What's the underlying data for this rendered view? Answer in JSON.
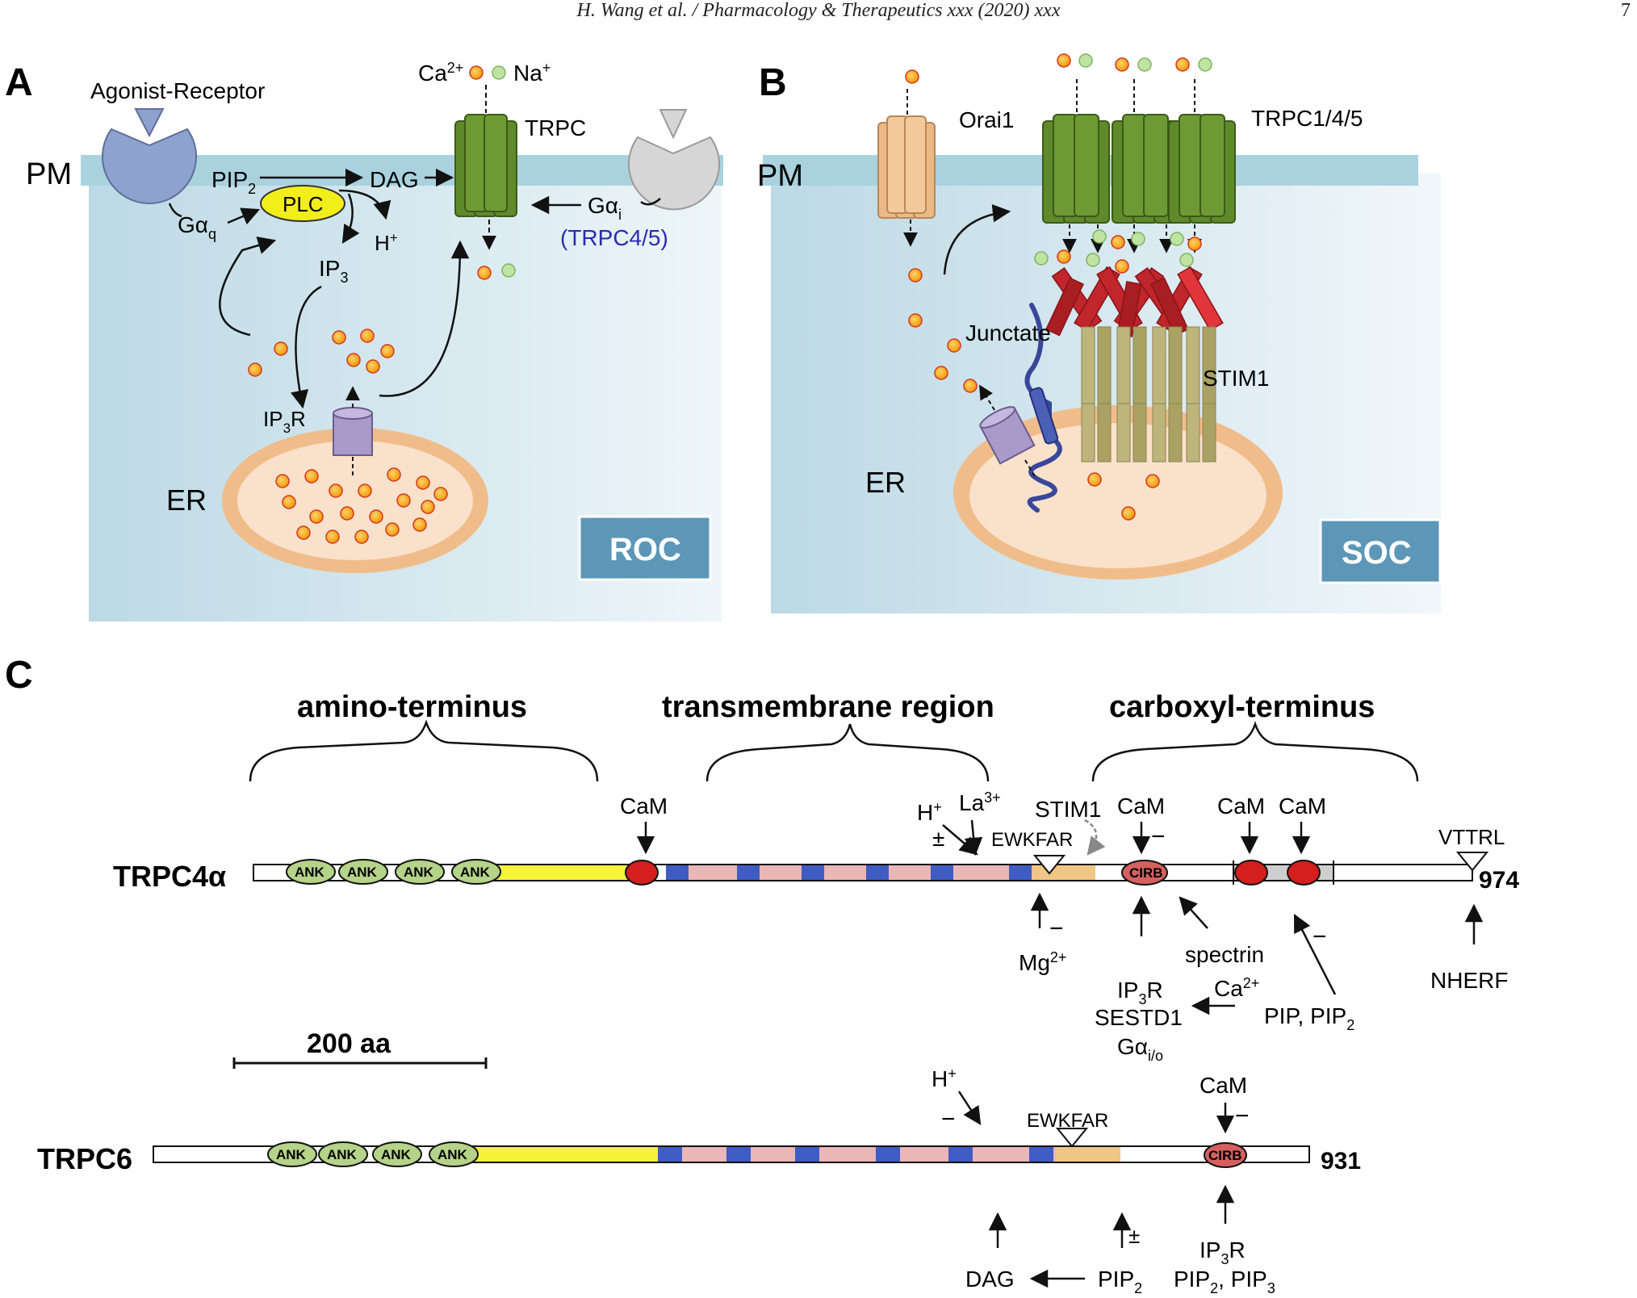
{
  "header": {
    "text": "H. Wang et al. / Pharmacology & Therapeutics xxx (2020) xxx",
    "page_number": "7"
  },
  "panelA": {
    "letter": "A",
    "pm": "PM",
    "agonist_receptor": "Agonist-Receptor",
    "ca_label": "Ca",
    "ca_sup": "2+",
    "na_label": "Na",
    "na_sup": "+",
    "trpc": "TRPC",
    "pip": "PIP",
    "pip_sub": "2",
    "dag": "DAG",
    "plc": "PLC",
    "g_alpha_q": "Gα",
    "g_alpha_q_sub": "q",
    "h_label": "H",
    "h_sup": "+",
    "g_alpha_i": "Gα",
    "g_alpha_i_sub": "i",
    "trpc45": "(TRPC4/5)",
    "ip3": "IP",
    "ip3_sub": "3",
    "ip3r": "IP",
    "ip3r_sub": "3",
    "ip3r_suffix": "R",
    "er": "ER",
    "roc": "ROC"
  },
  "panelB": {
    "letter": "B",
    "pm": "PM",
    "orai1": "Orai1",
    "trpc145": "TRPC1/4/5",
    "junctate": "Junctate",
    "stim1": "STIM1",
    "er": "ER",
    "soc": "SOC"
  },
  "panelC": {
    "letter": "C",
    "amino_terminus": "amino-terminus",
    "transmembrane_region": "transmembrane region",
    "carboxyl_terminus": "carboxyl-terminus",
    "scale_bar": "200 aa",
    "trpc4": {
      "name": "TRPC4α",
      "end_number": "974",
      "ank": "ANK",
      "cirb": "CIRB",
      "cam": "CaM",
      "h": "H",
      "h_sup": "+",
      "la": "La",
      "la_sup": "3+",
      "pm_sign": "±",
      "stim1": "STIM1",
      "ewkfar": "EWKFAR",
      "vttrl": "VTTRL",
      "minus": "−",
      "mg": "Mg",
      "mg_sup": "2+",
      "spectrin": "spectrin",
      "ip3r": "IP",
      "ip3r_sub": "3",
      "ip3r_suffix": "R",
      "sestd1": "SESTD1",
      "g_alpha": "Gα",
      "g_alpha_sub": "i/o",
      "ca": "Ca",
      "ca_sup": "2+",
      "pip_pip2": "PIP, PIP",
      "pip2_sub": "2",
      "nherf": "NHERF"
    },
    "trpc6": {
      "name": "TRPC6",
      "end_number": "931",
      "ank": "ANK",
      "cirb": "CIRB",
      "h": "H",
      "h_sup": "+",
      "minus": "−",
      "ewkfar": "EWKFAR",
      "cam": "CaM",
      "dag": "DAG",
      "pip": "PIP",
      "pip_sub": "2",
      "pm_sign": "±",
      "ip3r": "IP",
      "ip3r_sub": "3",
      "ip3r_suffix": "R",
      "pip2_pip3_a": "PIP",
      "pip2_pip3_a_sub": "2",
      "pip2_pip3_b": ", PIP",
      "pip2_pip3_b_sub": "3"
    }
  },
  "colors": {
    "cytosol": "#c9e1ea",
    "membrane": "#a9d2de",
    "receptor": "#8ea2cf",
    "trpc": "#5f8a2c",
    "orai": "#eab985",
    "er": "#f0bd8a",
    "er_inner": "#f9e1cb",
    "calcium": "#f4a30f",
    "sodium": "#bfe3a3",
    "plc": "#f2ee1b",
    "ip3r": "#a99ac9",
    "stim_bar": "#bdb57b",
    "stim_head": "#c0262b",
    "junctate": "#39479a",
    "box": "#5c97b7",
    "ank": "#b5d389",
    "yellow_seg": "#f6f339",
    "tm_pink": "#eab6b8",
    "tm_blue": "#3e5cc4",
    "cam_red": "#d51e1e",
    "cirb": "#d65f5f",
    "ewk_orange": "#f1c684",
    "gray_seg": "#cfcfcf"
  }
}
